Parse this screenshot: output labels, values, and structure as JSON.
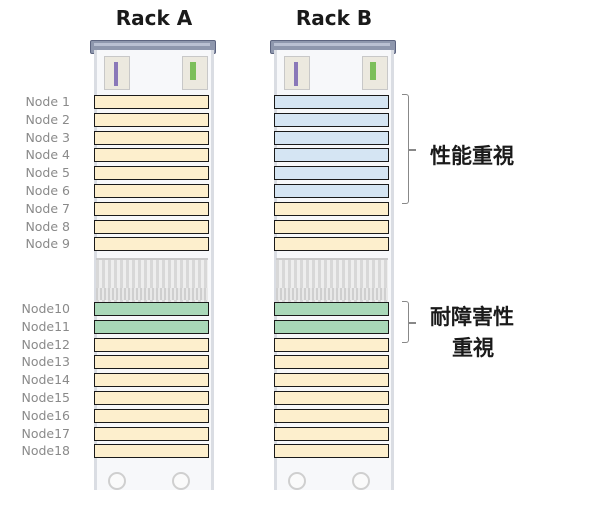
{
  "racks": [
    {
      "title": "Rack A",
      "node_colors": [
        "cream",
        "cream",
        "cream",
        "cream",
        "cream",
        "cream",
        "cream",
        "cream",
        "cream",
        "green",
        "green",
        "cream",
        "cream",
        "cream",
        "cream",
        "cream",
        "cream",
        "cream"
      ]
    },
    {
      "title": "Rack B",
      "node_colors": [
        "blue",
        "blue",
        "blue",
        "blue",
        "blue",
        "blue",
        "cream",
        "cream",
        "cream",
        "green",
        "green",
        "cream",
        "cream",
        "cream",
        "cream",
        "cream",
        "cream",
        "cream"
      ]
    }
  ],
  "node_labels": [
    "Node 1",
    "Node 2",
    "Node 3",
    "Node 4",
    "Node 5",
    "Node 6",
    "Node 7",
    "Node 8",
    "Node 9",
    "Node10",
    "Node11",
    "Node12",
    "Node13",
    "Node14",
    "Node15",
    "Node16",
    "Node17",
    "Node18"
  ],
  "colors": {
    "cream": "#fdefcd",
    "blue": "#d5e5f3",
    "green": "#a9d8b8"
  },
  "annotations": {
    "performance": "性能重視",
    "fault_tolerance_line1": "耐障害性",
    "fault_tolerance_line2": "重視"
  }
}
